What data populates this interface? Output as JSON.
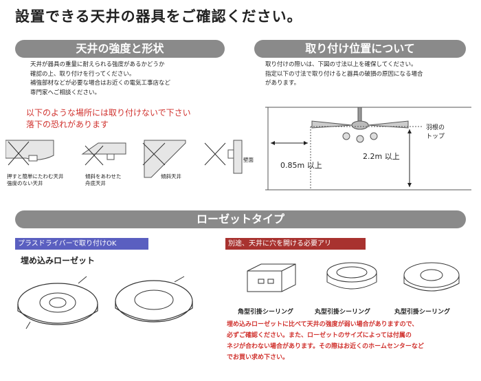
{
  "title": "設置できる天井の器具をご確認ください。",
  "ceiling_section": {
    "heading": "天井の強度と形状",
    "text": "天井が器具の重量に耐えられる強度があるかどうか\n確認の上、取り付けを行ってください。\n補強部材などが必要な場合はお近くの電気工事店など\n専門家へご相談ください。",
    "warning": "以下のような場所には取り付けないで下さい\n落下の恐れがあります",
    "diagram_labels": {
      "weak": "押すと簡単にたわむ天井\n強度のない天井",
      "sloped_fit": "傾斜をあわせた\n舟底天井",
      "sloped": "傾斜天井",
      "wall": "壁面"
    }
  },
  "position_section": {
    "heading": "取り付け位置について",
    "text": "取り付けの際いは、下図の寸法以上を確保してください。\n指定以下の寸法で取り付けると器具の破損の原因になる場合\nがあります。",
    "labels": {
      "blade_top": "羽根の\nトップ",
      "dist_wall": "0.85m 以上",
      "dist_floor": "2.2m 以上"
    }
  },
  "rosette_section": {
    "heading": "ローゼットタイプ",
    "tag_screwdriver": "プラスドライバーで取り付けOK",
    "embedded_label": "埋め込みローゼット",
    "tag_drill": "別途、天井に穴を開ける必要アリ",
    "captions": [
      "角型引掛シーリング",
      "丸型引掛シーリング",
      "丸型引掛シーリング"
    ],
    "note": "埋め込みローゼットに比べて天井の強度が弱い場合がありますので、\n必ずご確認ください。また、ローゼットのサイズによっては付属の\nネジが合わない場合があります。その際はお近くのホームセンターなど\nでお買い求め下さい。"
  }
}
